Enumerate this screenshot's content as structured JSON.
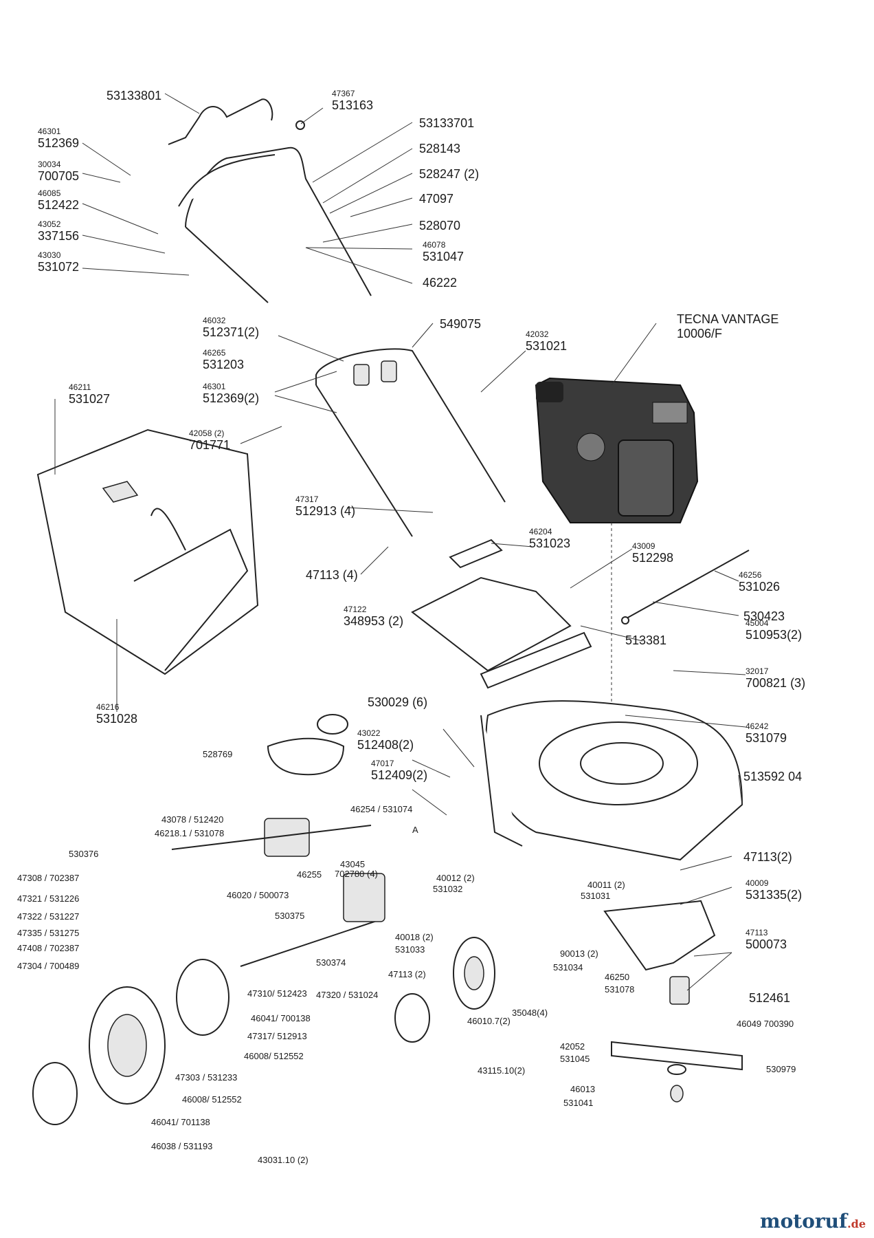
{
  "engine": {
    "title": "TECNA VANTAGE",
    "code": "10006/F"
  },
  "labels": [
    {
      "small": "",
      "main": "53133801"
    },
    {
      "small": "47367",
      "main": "513163"
    },
    {
      "small": "",
      "main": "53133701"
    },
    {
      "small": "46301",
      "main": "512369"
    },
    {
      "small": "",
      "main": "528143"
    },
    {
      "small": "30034",
      "main": "700705"
    },
    {
      "small": "",
      "main": "528247 (2)"
    },
    {
      "small": "46085",
      "main": "512422"
    },
    {
      "small": "",
      "main": "47097"
    },
    {
      "small": "43052",
      "main": "337156"
    },
    {
      "small": "",
      "main": "528070"
    },
    {
      "small": "43030",
      "main": "531072"
    },
    {
      "small": "46078",
      "main": "531047"
    },
    {
      "small": "",
      "main": "46222"
    },
    {
      "small": "",
      "main": "549075"
    },
    {
      "small": "46032",
      "main": "512371(2)"
    },
    {
      "small": "42032",
      "main": "531021"
    },
    {
      "small": "46265",
      "main": "531203"
    },
    {
      "small": "46301",
      "main": "512369(2)"
    },
    {
      "small": "46211",
      "main": "531027"
    },
    {
      "small": "42058 (2)",
      "main": "701771"
    },
    {
      "small": "47317",
      "main": "512913 (4)"
    },
    {
      "small": "46204",
      "main": "531023"
    },
    {
      "small": "43009",
      "main": "512298"
    },
    {
      "small": "",
      "main": "47113 (4)"
    },
    {
      "small": "46256",
      "main": "531026"
    },
    {
      "small": "",
      "main": "530423"
    },
    {
      "small": "47122",
      "main": "348953 (2)"
    },
    {
      "small": "45004",
      "main": "510953(2)"
    },
    {
      "small": "",
      "main": "513381"
    },
    {
      "small": "32017",
      "main": "700821 (3)"
    },
    {
      "small": "46216",
      "main": "531028"
    },
    {
      "small": "",
      "main": "530029 (6)"
    },
    {
      "small": "46242",
      "main": "531079"
    },
    {
      "small": "43022",
      "main": "512408(2)"
    },
    {
      "small": "47017",
      "main": "512409(2)"
    },
    {
      "small": "",
      "main": "513592 04"
    },
    {
      "small": "",
      "main": "47113(2)"
    },
    {
      "small": "40009",
      "main": "531335(2)"
    },
    {
      "small": "47113",
      "main": "500073"
    },
    {
      "small": "",
      "main": "512461"
    }
  ],
  "mid_labels": [
    "528769",
    "43078 / 512420",
    "46218.1 / 531078",
    "46254 / 531074",
    "530376",
    "46255",
    "43045",
    "702780 (4)",
    "47308 / 702387",
    "46020 / 500073",
    "47321 / 531226",
    "530375",
    "47322 / 531227",
    "40012 (2)",
    "531032",
    "40011 (2)",
    "531031",
    "47335 / 531275",
    "47408 / 702387",
    "530374",
    "47304 / 700489",
    "40018 (2)",
    "531033",
    "90013 (2)",
    "531034",
    "47113 (2)",
    "47310/ 512423",
    "47320 / 531024",
    "46250",
    "531078",
    "35048(4)",
    "46041/ 700138",
    "46010.7(2)",
    "46049 700390",
    "47317/ 512913",
    "46008/ 512552",
    "43115.10(2)",
    "42052",
    "531045",
    "530979",
    "47303 / 531233",
    "46013",
    "531041",
    "46008/ 512552",
    "46041/ 701138",
    "46038 / 531193",
    "43031.10  (2)",
    "A"
  ],
  "watermark": {
    "text": "motoruf",
    "suffix": ".de"
  }
}
